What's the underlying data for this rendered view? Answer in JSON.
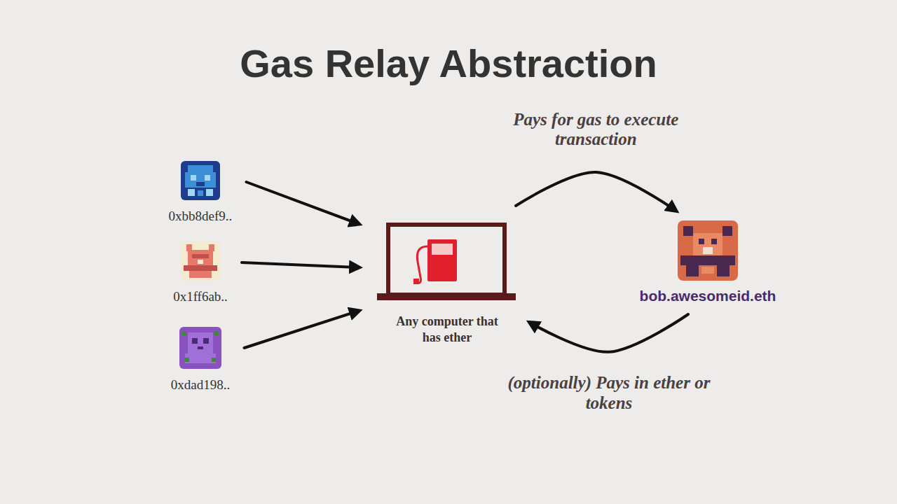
{
  "diagram": {
    "title": "Gas Relay Abstraction",
    "nodes": [
      {
        "text": [
          "0xbb8def9.."
        ]
      },
      {
        "text": [
          "0x1ff6ab.."
        ]
      },
      {
        "text": [
          "0xdad198.."
        ]
      },
      {
        "text": [
          "Any computer that has ether"
        ]
      },
      {
        "text": [
          "bob.awesomeid.eth"
        ]
      }
    ],
    "edges": [
      {
        "from": 0,
        "to": 3,
        "arrow": "to"
      },
      {
        "from": 1,
        "to": 3,
        "arrow": "to"
      },
      {
        "from": 2,
        "to": 3,
        "arrow": "to"
      },
      {
        "from": 3,
        "to": 4,
        "label": "Pays for gas to execute transaction",
        "arrow": "to"
      },
      {
        "from": 4,
        "to": 3,
        "label": "(optionally) Pays in ether or tokens",
        "arrow": "to"
      }
    ]
  }
}
